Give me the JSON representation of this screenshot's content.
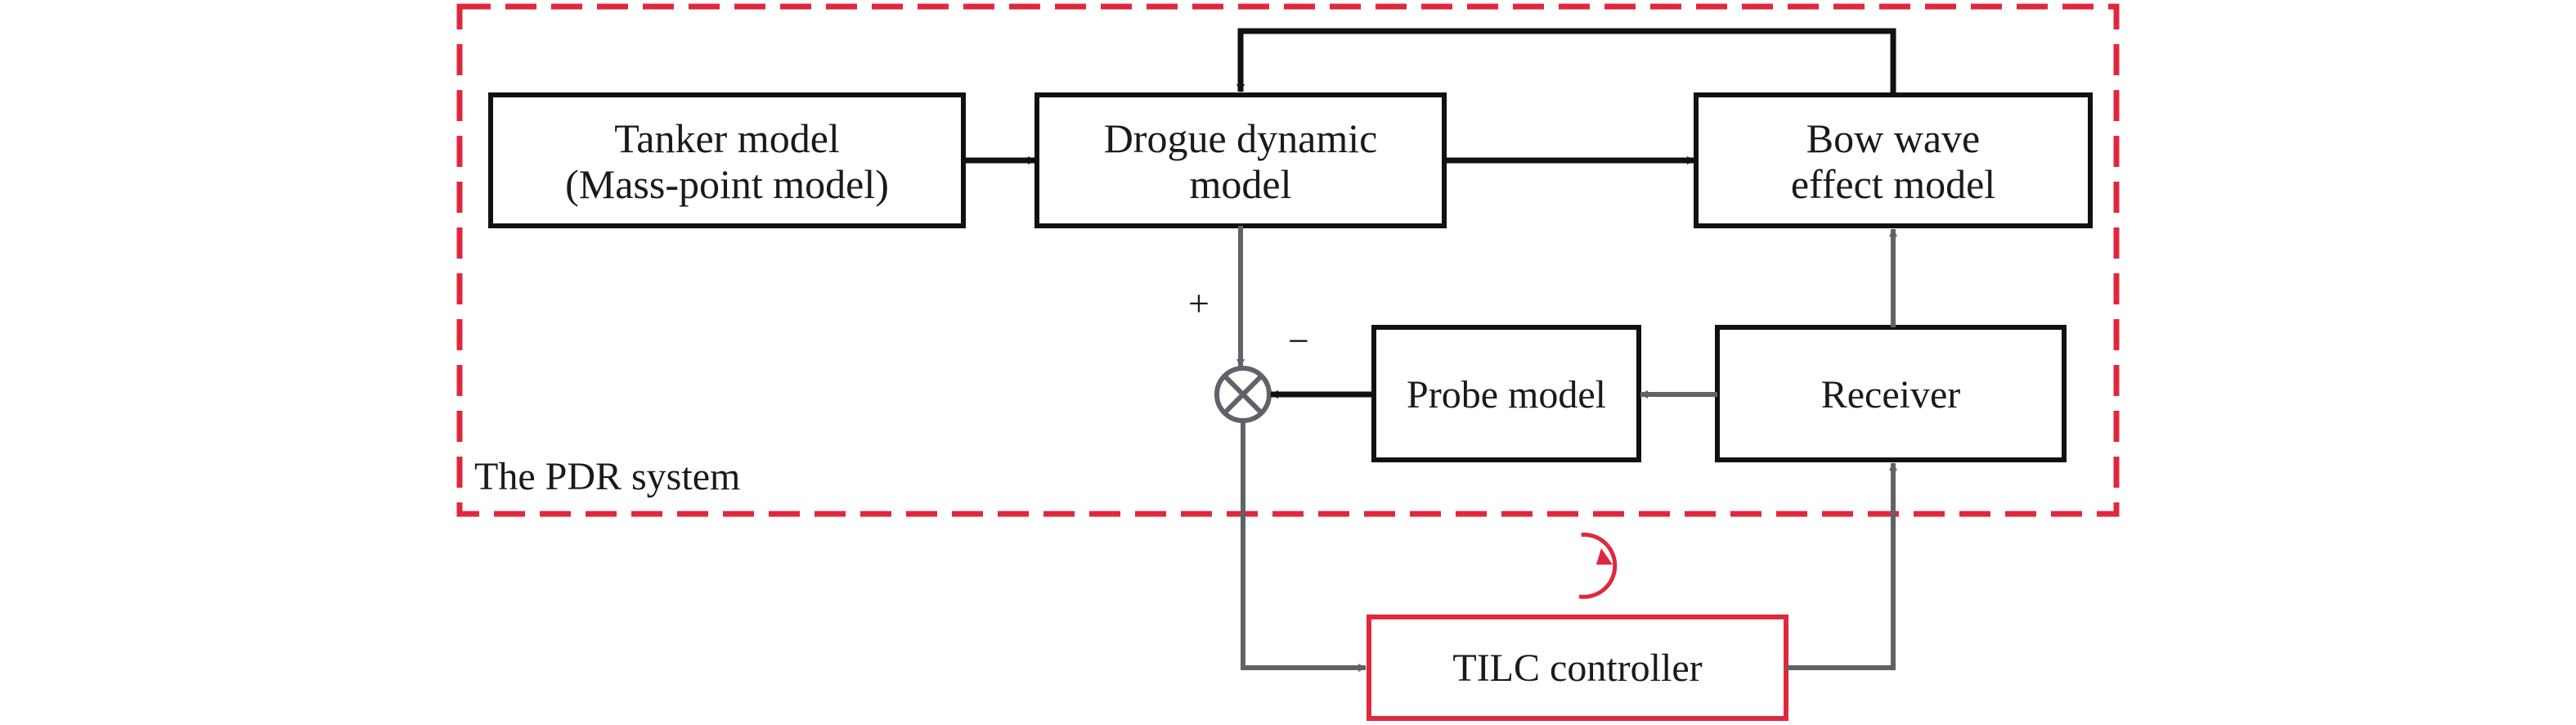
{
  "title": "",
  "system_label": "The PDR system",
  "blocks": {
    "tanker": {
      "line1": "Tanker model",
      "line2": "(Mass-point model)"
    },
    "drogue": {
      "line1": "Drogue dynamic",
      "line2": "model"
    },
    "bow_wave": {
      "line1": "Bow wave",
      "line2": "effect model"
    },
    "probe": {
      "label": "Probe model"
    },
    "receiver": {
      "label": "Receiver"
    },
    "tilc": {
      "label": "TILC controller"
    }
  },
  "signs": {
    "plus": "+",
    "minus": "−"
  },
  "colors": {
    "system_boundary": "#e0283c",
    "tilc_border": "#e0283c",
    "iteration_arrow": "#e0283c",
    "black_arrows": "#111111",
    "gray_arrows": "#5f6268"
  }
}
